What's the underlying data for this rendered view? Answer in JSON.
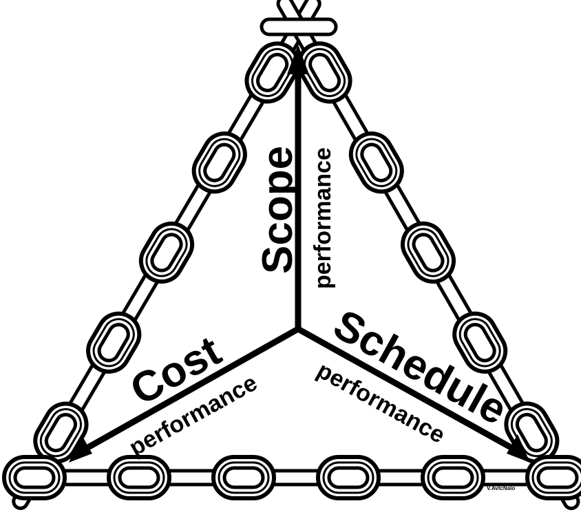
{
  "diagram": {
    "scope": {
      "label": "Scope",
      "sublabel": "performance"
    },
    "cost": {
      "label": "Cost",
      "sublabel": "performance"
    },
    "schedule": {
      "label": "Schedule",
      "sublabel": "performance"
    },
    "signature": "V.AvtcNalo"
  },
  "colors": {
    "ink": "#000000",
    "background": "#ffffff",
    "link_fill": "#ffffff"
  }
}
